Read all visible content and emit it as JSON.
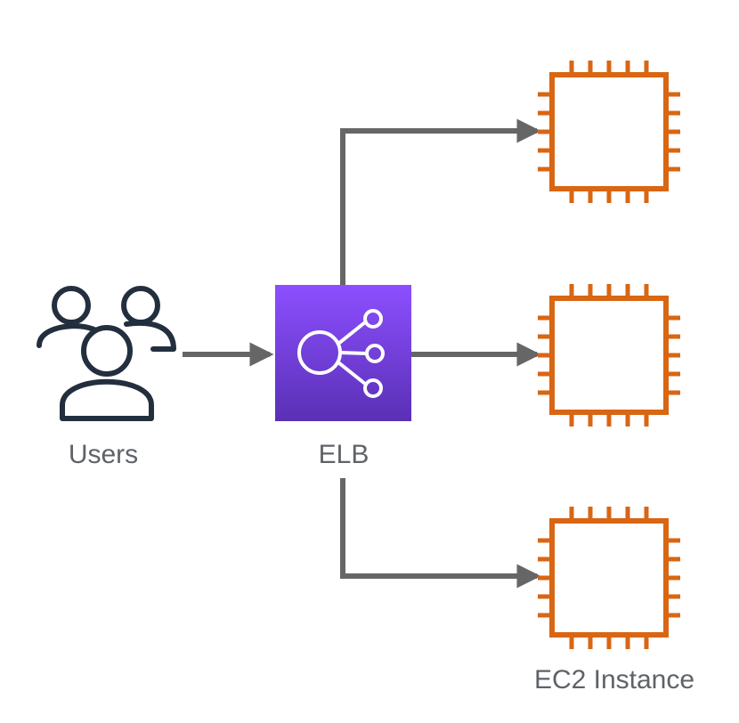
{
  "diagram": {
    "colors": {
      "background": "#ffffff",
      "users_stroke": "#232f3e",
      "elb_gradient_top": "#8c4fff",
      "elb_gradient_bottom": "#5a30b5",
      "elb_icon_stroke": "#ffffff",
      "ec2_stroke": "#d86613",
      "arrow": "#666666",
      "label": "#5f6368"
    },
    "nodes": {
      "users": {
        "label": "Users",
        "icon": "users-icon"
      },
      "elb": {
        "label": "ELB",
        "icon": "elastic-load-balancer-icon"
      },
      "ec2_top": {
        "icon": "ec2-instance-icon"
      },
      "ec2_middle": {
        "icon": "ec2-instance-icon"
      },
      "ec2_bottom": {
        "label": "EC2 Instance",
        "icon": "ec2-instance-icon"
      }
    },
    "edges": [
      {
        "from": "users",
        "to": "elb"
      },
      {
        "from": "elb",
        "to": "ec2_top"
      },
      {
        "from": "elb",
        "to": "ec2_middle"
      },
      {
        "from": "elb",
        "to": "ec2_bottom"
      }
    ]
  }
}
